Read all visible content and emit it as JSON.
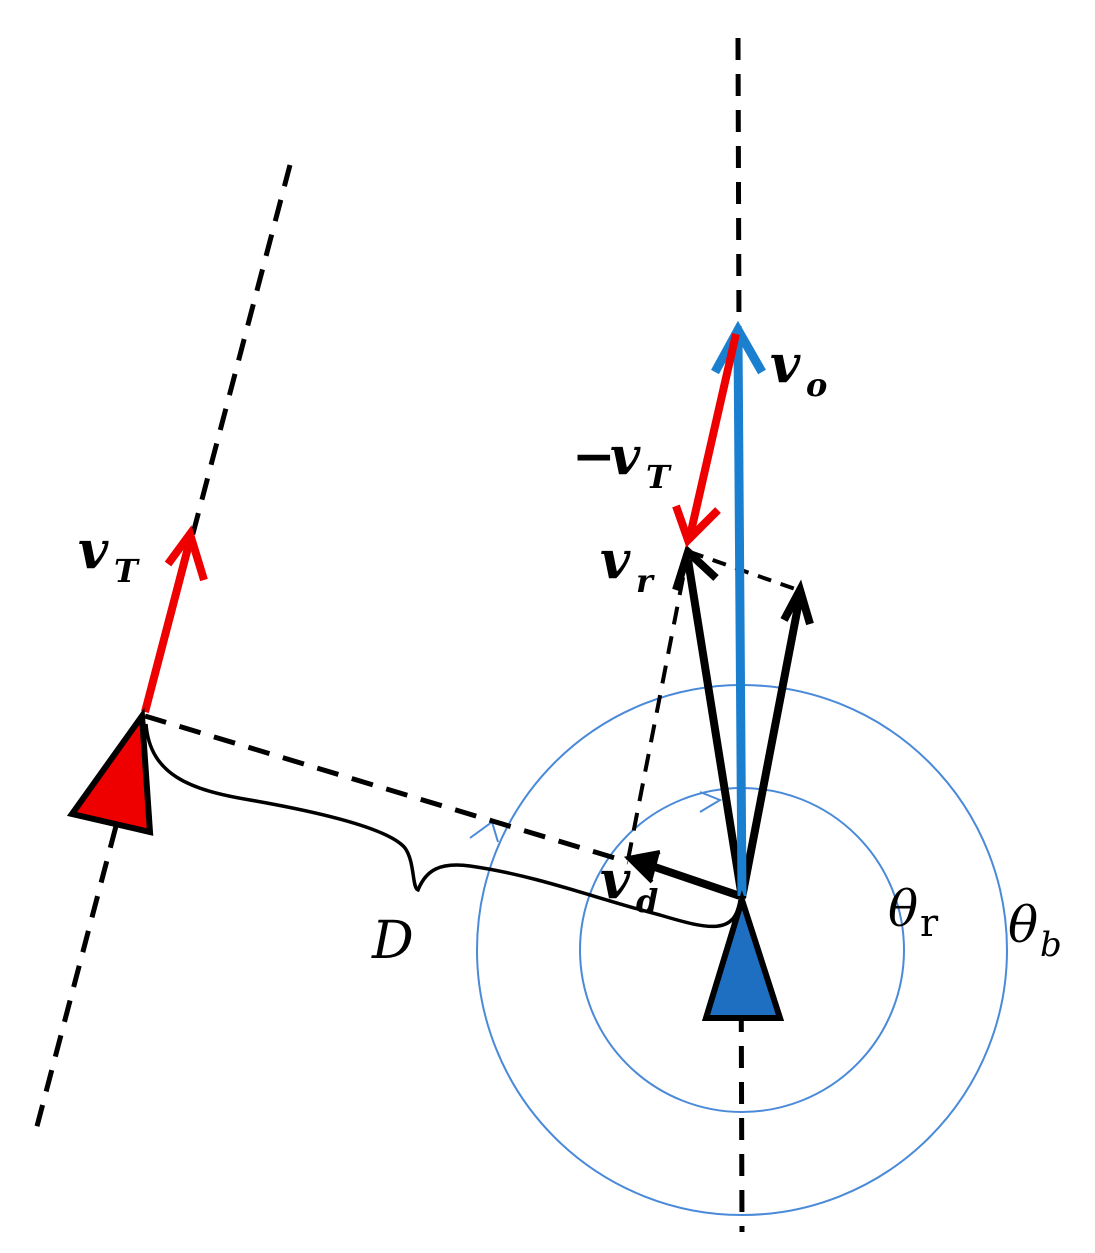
{
  "colors": {
    "target": "#ee0000",
    "ownship": "#1e6fc2",
    "ownship_velocity": "#1b7fd0",
    "circles": "#4a8ad8",
    "black": "#000000"
  },
  "labels": {
    "v_T": {
      "main": "v",
      "sub": "T"
    },
    "neg_v_T": {
      "prefix": "−",
      "main": "v",
      "sub": "T"
    },
    "v_o": {
      "main": "v",
      "sub": "o"
    },
    "v_r": {
      "main": "v",
      "sub": "r"
    },
    "v_d": {
      "main": "v",
      "sub": "d"
    },
    "D": "D",
    "theta_r": {
      "main": "θ",
      "sub": "r"
    },
    "theta_b": {
      "main": "θ",
      "sub": "b"
    }
  },
  "icons": {
    "target_vessel": "red-triangle-icon",
    "ownship_vessel": "blue-triangle-icon"
  }
}
